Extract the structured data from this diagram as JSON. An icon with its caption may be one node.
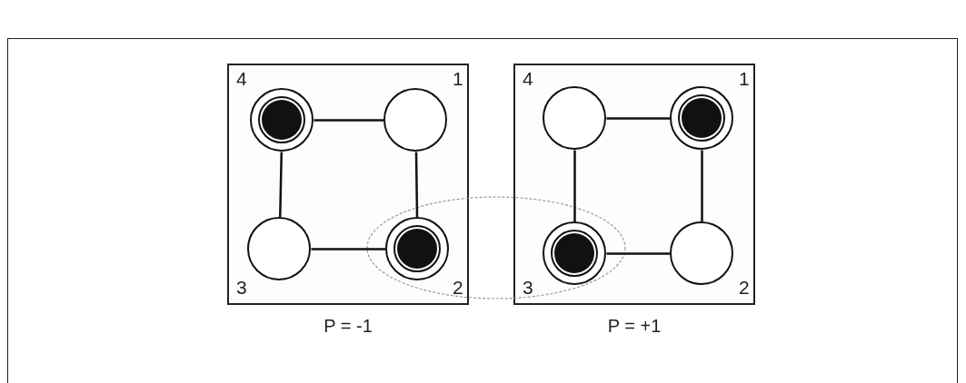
{
  "diagram": {
    "nodes": [
      {
        "text": [
          "P = -1"
        ]
      },
      {
        "text": [],
        "shape": "dot",
        "in": 0,
        "beside": [
          "4"
        ]
      },
      {
        "text": [],
        "shape": "circle",
        "in": 0,
        "beside": [
          "1"
        ]
      },
      {
        "text": [],
        "shape": "circle",
        "in": 0,
        "beside": [
          "3"
        ]
      },
      {
        "text": [],
        "shape": "dot",
        "in": 0,
        "beside": [
          "2"
        ]
      },
      {
        "text": [
          "P = +1"
        ]
      },
      {
        "text": [],
        "shape": "circle",
        "in": 5,
        "beside": [
          "4"
        ]
      },
      {
        "text": [],
        "shape": "dot",
        "in": 5,
        "beside": [
          "1"
        ]
      },
      {
        "text": [],
        "shape": "dot",
        "in": 5,
        "beside": [
          "3"
        ]
      },
      {
        "text": [],
        "shape": "circle",
        "in": 5,
        "beside": [
          "2"
        ]
      }
    ],
    "edges": [
      {
        "from": 1,
        "to": 2,
        "arrow": "none"
      },
      {
        "from": 2,
        "to": 4,
        "arrow": "none"
      },
      {
        "from": 4,
        "to": 3,
        "arrow": "none"
      },
      {
        "from": 3,
        "to": 1,
        "arrow": "none"
      },
      {
        "from": 6,
        "to": 7,
        "arrow": "none"
      },
      {
        "from": 7,
        "to": 9,
        "arrow": "none"
      },
      {
        "from": 9,
        "to": 8,
        "arrow": "none"
      },
      {
        "from": 8,
        "to": 6,
        "arrow": "none"
      }
    ]
  }
}
